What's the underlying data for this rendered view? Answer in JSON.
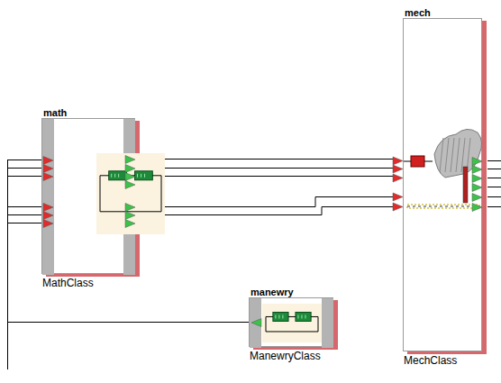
{
  "diagram": {
    "nodes": [
      {
        "text": [
          "math",
          "MathClass"
        ]
      },
      {
        "text": [
          "manewry",
          "ManewryClass"
        ]
      },
      {
        "text": [
          "mech",
          "MechClass"
        ]
      }
    ],
    "edges": [
      {
        "from": 0,
        "to": 2,
        "arrow": "to"
      },
      {
        "from": 0,
        "to": 2,
        "arrow": "to"
      },
      {
        "from": 0,
        "to": 2,
        "arrow": "to"
      },
      {
        "from": 0,
        "to": 2,
        "arrow": "to"
      },
      {
        "from": 0,
        "to": 2,
        "arrow": "to"
      }
    ]
  }
}
